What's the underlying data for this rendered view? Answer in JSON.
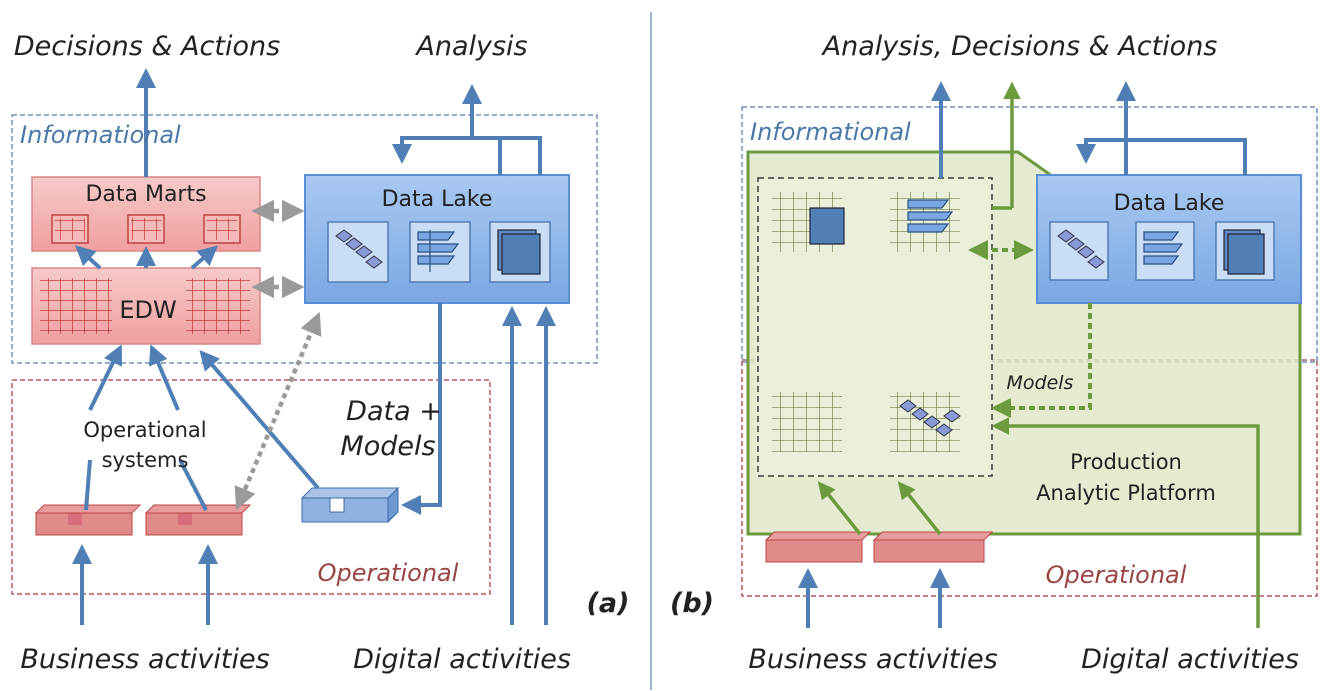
{
  "panel_a": {
    "top_left": "Decisions & Actions",
    "top_right": "Analysis",
    "informational": "Informational",
    "data_marts": "Data Marts",
    "data_lake": "Data Lake",
    "edw": "EDW",
    "operational_systems_1": "Operational",
    "operational_systems_2": "systems",
    "data_models_1": "Data +",
    "data_models_2": "Models",
    "operational": "Operational",
    "panel_label": "(a)",
    "bottom_left": "Business activities",
    "bottom_right": "Digital activities"
  },
  "panel_b": {
    "top": "Analysis, Decisions & Actions",
    "informational": "Informational",
    "data_lake": "Data Lake",
    "models": "Models",
    "platform_1": "Production",
    "platform_2": "Analytic Platform",
    "operational": "Operational",
    "panel_label": "(b)",
    "bottom_left": "Business activities",
    "bottom_right": "Digital activities"
  },
  "colors": {
    "blue_arrow": "#4f7fb5",
    "green": "#6e9a3e",
    "grey_dotted": "#a0a0a0",
    "red_box": "#f0b0b0",
    "lake_blue": "#8fb8ec"
  }
}
